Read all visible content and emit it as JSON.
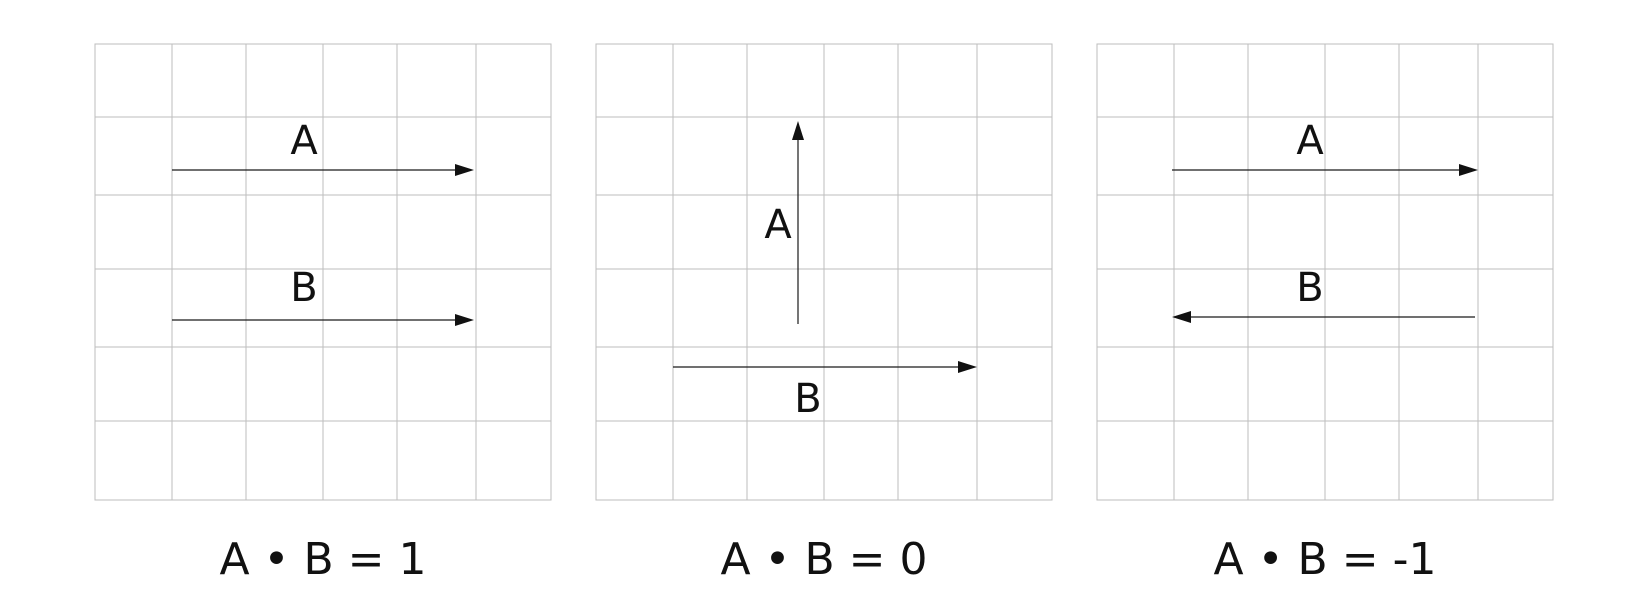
{
  "panels": [
    {
      "id": "parallel",
      "vectors": [
        {
          "label": "A",
          "direction": "right"
        },
        {
          "label": "B",
          "direction": "right"
        }
      ],
      "caption": "A • B = 1"
    },
    {
      "id": "perpendicular",
      "vectors": [
        {
          "label": "A",
          "direction": "up"
        },
        {
          "label": "B",
          "direction": "right"
        }
      ],
      "caption": "A • B = 0"
    },
    {
      "id": "antiparallel",
      "vectors": [
        {
          "label": "A",
          "direction": "right"
        },
        {
          "label": "B",
          "direction": "left"
        }
      ],
      "caption": "A • B = -1"
    }
  ],
  "colors": {
    "grid": "#bdbdbd",
    "arrow": "#111111",
    "text": "#111111",
    "background": "#ffffff"
  }
}
